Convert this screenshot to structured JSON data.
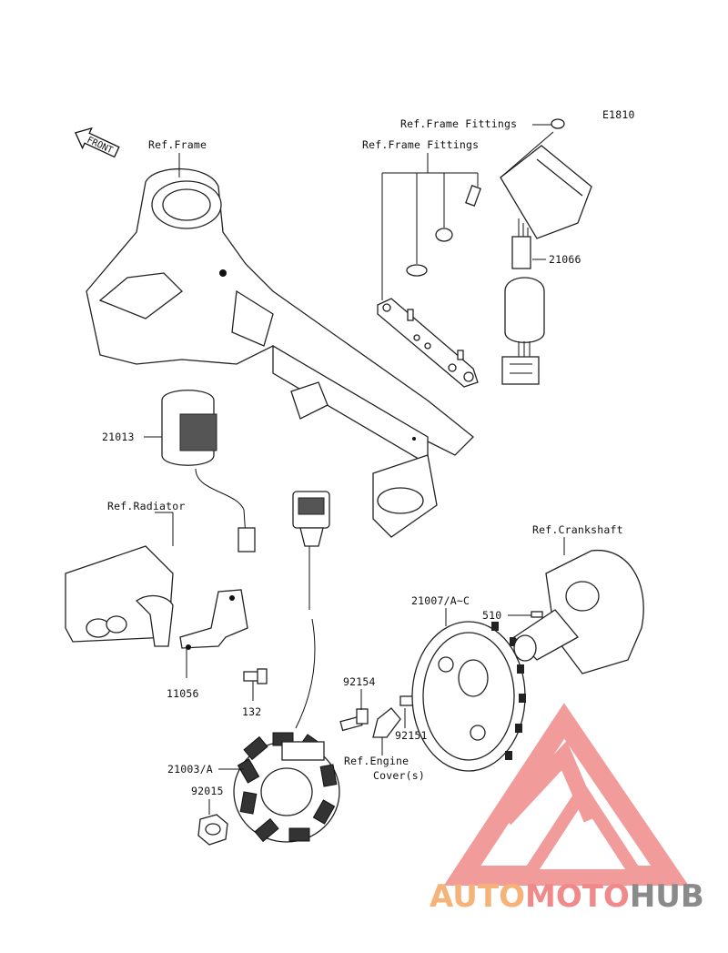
{
  "diagram": {
    "code": "E1810",
    "front_label": "FRONT",
    "labels": {
      "ref_frame": "Ref.Frame",
      "ref_frame_fittings_top": "Ref.Frame Fittings",
      "ref_frame_fittings": "Ref.Frame Fittings",
      "p21066": "21066",
      "p21013": "21013",
      "ref_radiator": "Ref.Radiator",
      "ref_crankshaft": "Ref.Crankshaft",
      "p21007": "21007/A~C",
      "p510": "510",
      "p11056": "11056",
      "p132": "132",
      "p92154": "92154",
      "p92151": "92151",
      "ref_engine_cover_line1": "Ref.Engine",
      "ref_engine_cover_line2": "Cover(s)",
      "p21003": "21003/A",
      "p92015": "92015"
    }
  },
  "watermark": {
    "part1": "AUTO",
    "part2": "MOTO",
    "part3": "HUB",
    "colors": {
      "auto": "#f5b37a",
      "moto": "#f08a8a",
      "hub": "#8a8a8a",
      "logo": "#f08a8a"
    }
  }
}
